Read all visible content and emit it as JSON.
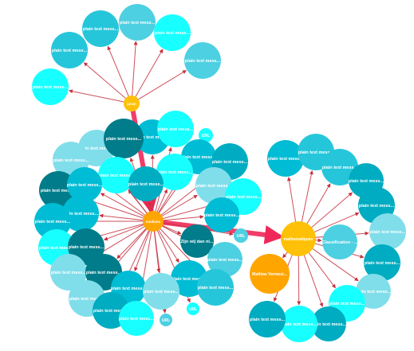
{
  "graph": {
    "colors": {
      "edge": "#c62f3e",
      "strong_edge": "#f0285a",
      "hub": "#ffa500",
      "hub_light": "#ffc107",
      "node_teal": "#00bcd4",
      "node_light": "#4dd0e1",
      "node_cyan": "#18ffff",
      "node_dark": "#007c8a",
      "node_pale": "#80deea",
      "node_mid": "#26c6da",
      "node_blue": "#00acc1"
    },
    "hubs": [
      {
        "id": "h1",
        "label": "javan"
      },
      {
        "id": "h2",
        "label": "mediano"
      },
      {
        "id": "h3",
        "label": "mathematiques"
      },
      {
        "id": "h4",
        "label": "Mathias Vermeul..."
      }
    ],
    "labels": {
      "plain": "plain text mess...",
      "url": "URL",
      "zijn": "Zijn wij dan ni...",
      "classification": "Classification - ..."
    }
  }
}
